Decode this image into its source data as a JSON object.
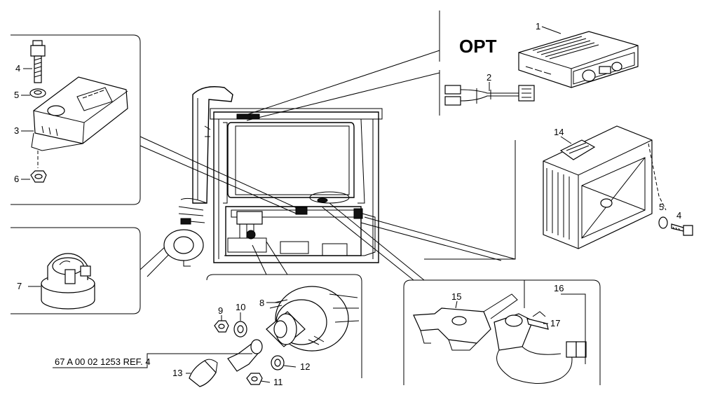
{
  "opt_label": "OPT",
  "reference_note": "67 A 00 02 1253 REF. 4",
  "callouts": {
    "c1": "1",
    "c2": "2",
    "c3": "3",
    "c4a": "4",
    "c4b": "4",
    "c5a": "5",
    "c5b": "5",
    "c6": "6",
    "c7": "7",
    "c8": "8",
    "c9": "9",
    "c10": "10",
    "c11": "11",
    "c12": "12",
    "c13": "13",
    "c14": "14",
    "c15": "15",
    "c16": "16",
    "c17": "17"
  },
  "colors": {
    "line": "#000000",
    "background": "#ffffff"
  }
}
